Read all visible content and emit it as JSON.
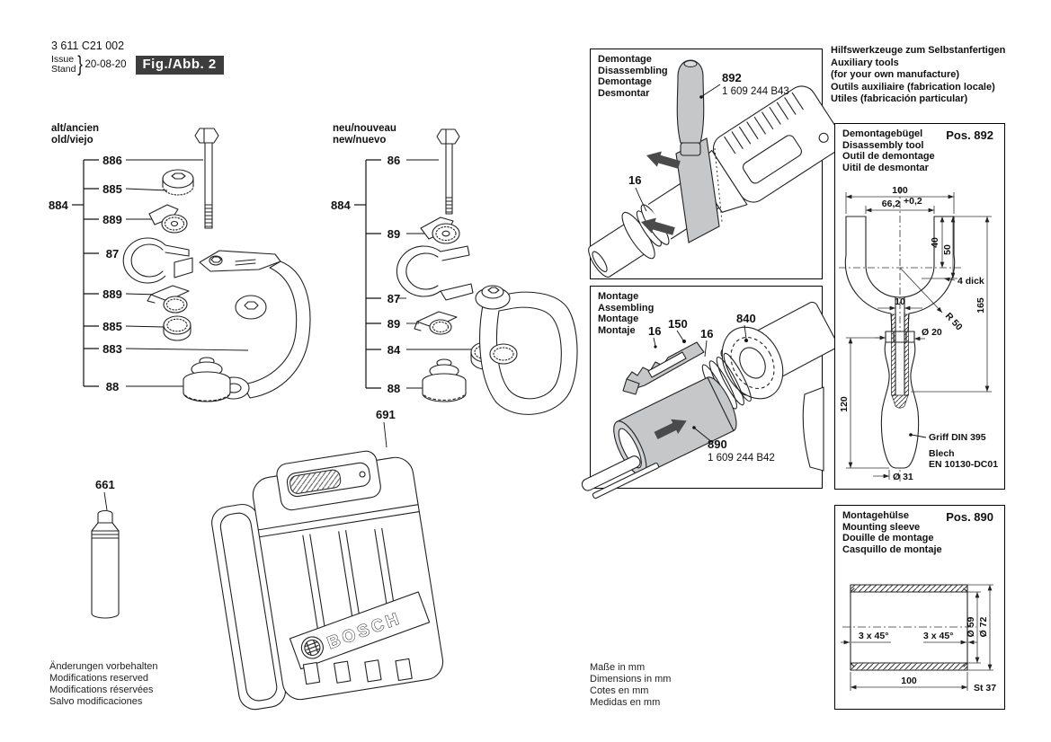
{
  "doc": {
    "part_number": "3 611 C21 002",
    "issue_label": "Issue",
    "stand_label": "Stand",
    "brace": "}",
    "date": "20-08-20",
    "fig_badge": "Fig./Abb. 2"
  },
  "old_assembly": {
    "title1": "alt/ancien",
    "title2": "old/viejo",
    "group": "884",
    "p886": "886",
    "p885a": "885",
    "p889a": "889",
    "p87": "87",
    "p889b": "889",
    "p885b": "885",
    "p883": "883",
    "p88": "88"
  },
  "new_assembly": {
    "title1": "neu/nouveau",
    "title2": "new/nuevo",
    "group": "884",
    "p86": "86",
    "p89a": "89",
    "p87": "87",
    "p89b": "89",
    "p84": "84",
    "p88": "88"
  },
  "accessories": {
    "case_label": "691",
    "tube_label": "661",
    "brand": "BOSCH"
  },
  "demontage": {
    "line1": "Demontage",
    "line2": "Disassembling",
    "line3": "Demontage",
    "line4": "Desmontar",
    "ref": "892",
    "order_no": "1 609 244 B43",
    "holder_ref": "16"
  },
  "montage": {
    "line1": "Montage",
    "line2": "Assembling",
    "line3": "Montage",
    "line4": "Montaje",
    "ref16a": "16",
    "ref150": "150",
    "ref16b": "16",
    "ref840": "840",
    "ref": "890",
    "order_no": "1 609 244 B42"
  },
  "aux_tools": {
    "line1": "Hilfswerkzeuge zum Selbstanfertigen",
    "line2": "Auxiliary tools",
    "line3": "(for your own manufacture)",
    "line4": "Outils auxiliaire (fabrication locale)",
    "line5": "Utiles (fabricación particular)"
  },
  "tool892": {
    "name1": "Demontagebügel",
    "name2": "Disassembly tool",
    "name3": "Outil de demontage",
    "name4": "Uitil de desmontar",
    "pos": "Pos. 892",
    "dim_width": "100",
    "dim_inner": "66,2",
    "dim_inner_tol": "+0,2",
    "dim_40": "40",
    "dim_50": "50",
    "dim_165": "165",
    "dim_slot": "10",
    "dim_radius": "R 50",
    "dim_hole": "Ø 20",
    "thickness": "4 dick",
    "dim_120": "120",
    "dim_31": "Ø 31",
    "note_handle": "Griff DIN 395",
    "note_sheet1": "Blech",
    "note_sheet2": "EN 10130-DC01"
  },
  "sleeve890": {
    "name1": "Montagehülse",
    "name2": "Mounting sleeve",
    "name3": "Douille de montage",
    "name4": "Casquillo de montaje",
    "pos": "Pos. 890",
    "chamfer1": "3 x 45°",
    "chamfer2": "3 x 45°",
    "dim_inner": "Ø 59",
    "dim_outer": "Ø 72",
    "dim_length": "100",
    "material": "St 37"
  },
  "footnotes": {
    "left1": "Änderungen vorbehalten",
    "left2": "Modifications reserved",
    "left3": "Modifications réservées",
    "left4": "Salvo modificaciones",
    "mid1": "Maße in mm",
    "mid2": "Dimensions in mm",
    "mid3": "Cotes en mm",
    "mid4": "Medidas en mm"
  },
  "colors": {
    "tool_gray": "#c5c7c9",
    "arrow_gray": "#4a4a4a",
    "badge_bg": "#3d3d3d"
  }
}
